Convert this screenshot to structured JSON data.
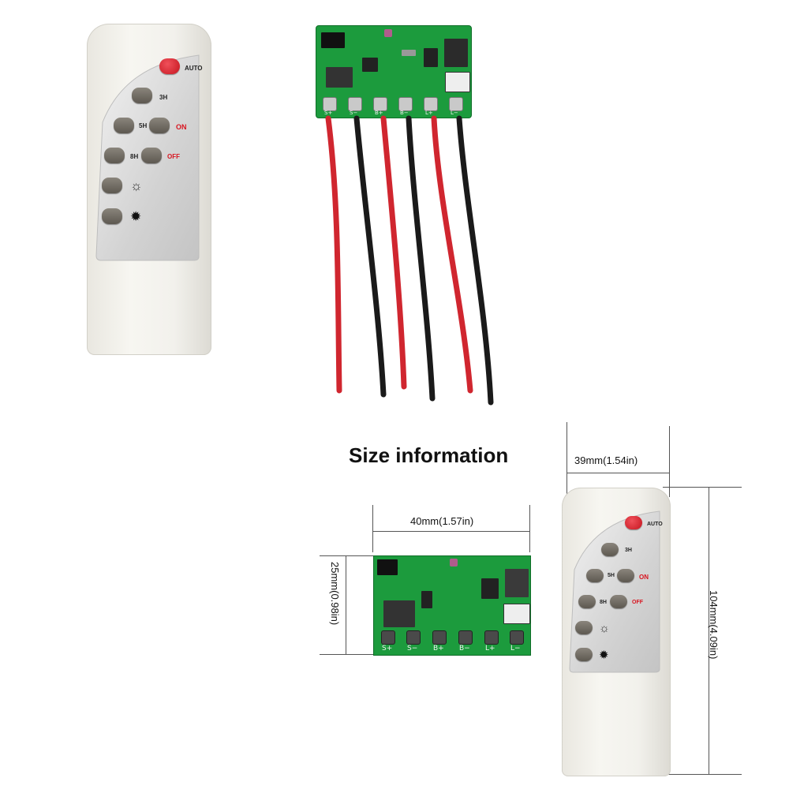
{
  "remote": {
    "buttons": {
      "auto": "AUTO",
      "h3": "3H",
      "h5": "5H",
      "on": "ON",
      "h8": "8H",
      "off": "OFF"
    },
    "icons": [
      "brightness-low-icon",
      "brightness-high-icon"
    ]
  },
  "pcb": {
    "pads": [
      "S+",
      "S−",
      "B+",
      "B−",
      "L+",
      "L−"
    ]
  },
  "size": {
    "title": "Size information",
    "pcb_width": "40mm(1.57in)",
    "pcb_height": "25mm(0.98in)",
    "remote_width": "39mm(1.54in)",
    "remote_height": "104mm(4.09in)"
  },
  "colors": {
    "pcb_green": "#1c9b3d",
    "wire_red": "#d0262f",
    "wire_black": "#1a1a1a",
    "button_red": "#d8141f"
  }
}
